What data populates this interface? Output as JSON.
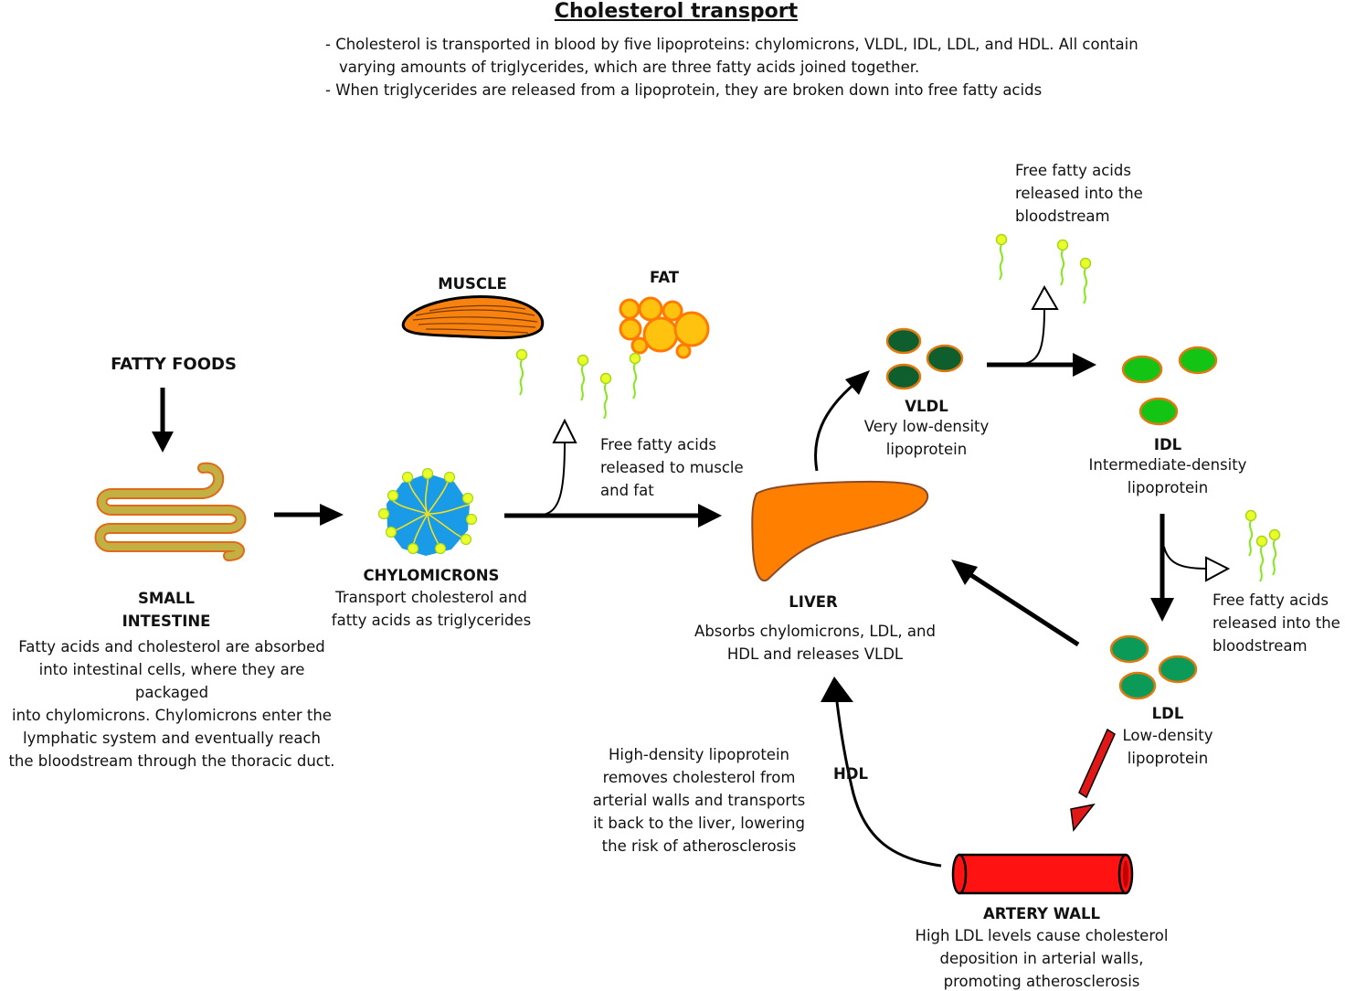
{
  "title": "Cholesterol transport",
  "intro": {
    "line1": "- Cholesterol is transported in blood by five lipoproteins: chylomicrons, VLDL, IDL, LDL, and HDL. All contain",
    "line2": "varying amounts of triglycerides, which are three fatty acids joined together.",
    "line3": "- When triglycerides are released from a lipoprotein, they are broken down into free fatty acids"
  },
  "fatty_foods": "FATTY FOODS",
  "small_intestine": {
    "name_line1": "SMALL",
    "name_line2": "INTESTINE",
    "desc": [
      "Fatty acids and cholesterol are absorbed",
      "into intestinal cells, where they are packaged",
      "into chylomicrons. Chylomicrons enter the",
      "lymphatic system and eventually reach",
      "the bloodstream through the thoracic duct."
    ]
  },
  "chylomicrons": {
    "name": "CHYLOMICRONS",
    "desc": [
      "Transport cholesterol and",
      "fatty acids as triglycerides"
    ]
  },
  "muscle": "MUSCLE",
  "fat": "FAT",
  "ffa_muscle": [
    "Free fatty acids",
    "released to muscle",
    "and fat"
  ],
  "liver": {
    "name": "LIVER",
    "desc": [
      "Absorbs chylomicrons, LDL, and",
      "HDL and releases VLDL"
    ]
  },
  "vldl": {
    "name": "VLDL",
    "desc": [
      "Very low-density",
      "lipoprotein"
    ]
  },
  "ffa_top": [
    "Free fatty acids",
    "released into the",
    "bloodstream"
  ],
  "idl": {
    "name": "IDL",
    "desc": [
      "Intermediate-density",
      "lipoprotein"
    ]
  },
  "ffa_right": [
    "Free fatty acids",
    "released into the",
    "bloodstream"
  ],
  "ldl": {
    "name": "LDL",
    "desc": [
      "Low-density",
      "lipoprotein"
    ]
  },
  "hdl": {
    "name": "HDL",
    "desc": [
      "High-density lipoprotein",
      "removes cholesterol from",
      "arterial walls and transports",
      "it back to the liver, lowering",
      "the risk of atherosclerosis"
    ]
  },
  "artery": {
    "name": "ARTERY WALL",
    "desc": [
      "High LDL levels cause cholesterol",
      "deposition in arterial walls,",
      "promoting atherosclerosis"
    ]
  },
  "colors": {
    "intestine_fill": "#c2b043",
    "intestine_outline": "#e06a1b",
    "chylomicron_core": "#1a9be8",
    "lipid_head": "#e8ff2a",
    "lipid_tail": "#84e81a",
    "muscle_fill": "#f7820f",
    "fat_fill": "#ffc20e",
    "fat_outline": "#ff7a00",
    "liver_fill": "#ff8000",
    "vldl_fill": "#0e5e2e",
    "idl_fill": "#14c414",
    "ldl_fill": "#0c9a58",
    "particle_outline": "#e07a10",
    "artery_fill": "#ff1212",
    "ldl_arrow": "#d40000"
  }
}
